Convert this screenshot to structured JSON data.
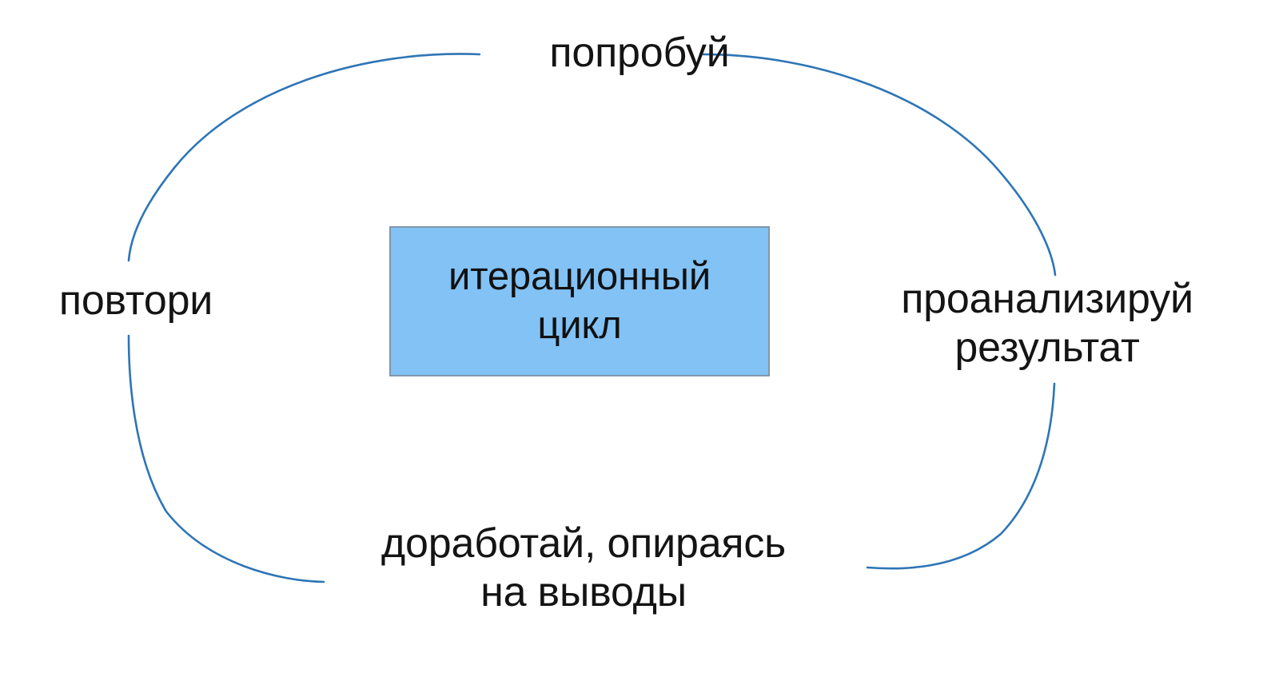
{
  "diagram": {
    "title_text": "итерационный цикл",
    "center": {
      "label": "итерационный\nцикл",
      "fill_color": "#82C2F5",
      "border_color": "#8097AC",
      "text_color": "#111111"
    },
    "arc": {
      "color": "#2E75B6",
      "style": "ellipse",
      "direction": "clockwise"
    },
    "labels": {
      "top": "попробуй",
      "right": "проанализируй\nрезультат",
      "bottom": "доработай, опираясь\nна выводы",
      "left": "повтори"
    }
  },
  "chart_data": {
    "type": "diagram",
    "title": "итерационный цикл",
    "nodes": [
      {
        "id": "center",
        "label": "итерационный цикл",
        "position": "center"
      },
      {
        "id": "step-1",
        "label": "попробуй",
        "position": "top"
      },
      {
        "id": "step-2",
        "label": "проанализируй результат",
        "position": "right"
      },
      {
        "id": "step-3",
        "label": "доработай, опираясь на выводы",
        "position": "bottom"
      },
      {
        "id": "step-4",
        "label": "повтори",
        "position": "left"
      }
    ],
    "edges": [
      {
        "from": "step-1",
        "to": "step-2"
      },
      {
        "from": "step-2",
        "to": "step-3"
      },
      {
        "from": "step-3",
        "to": "step-4"
      },
      {
        "from": "step-4",
        "to": "step-1"
      }
    ],
    "legend": [],
    "annotations": []
  }
}
